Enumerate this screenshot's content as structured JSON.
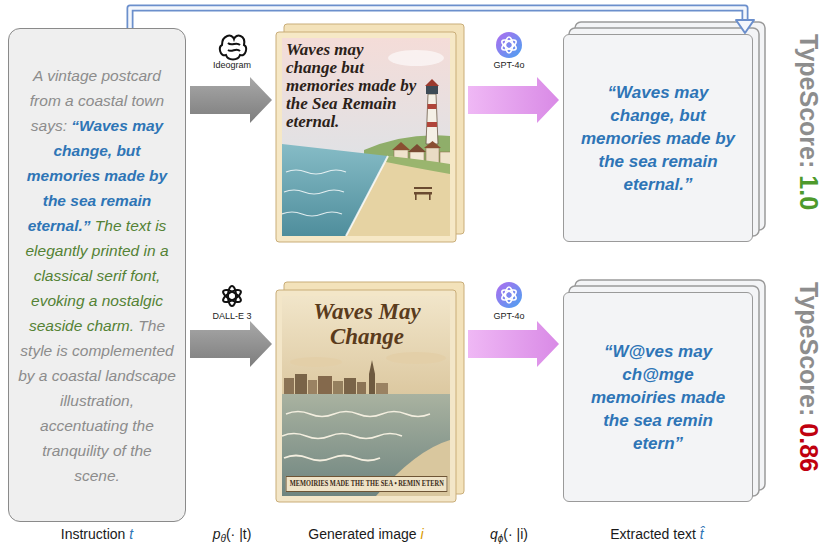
{
  "diagram": {
    "nodes": [
      {
        "text": [
          "A vintage postcard from a coastal town says:",
          "“Waves may change, but memories made by the sea remain eternal.”",
          "The text is elegantly printed in a classical serif font, evoking a nostalgic seaside charm.",
          "The style is complemented by a coastal landscape illustration, accentuating the tranquility of the scene."
        ]
      },
      {
        "text": [
          "Waves may change but memories made by the Sea Remain eternal."
        ]
      },
      {
        "text": [
          "Waves May Change",
          "MEMOIRIES MADE THE THE SEA • REMIN ETERN"
        ]
      },
      {
        "text": [
          "“Waves may change, but memories made by the sea remain eternal.”"
        ]
      },
      {
        "text": [
          "“W@ves may ch@mge memoiries made the sea remin etern”"
        ]
      }
    ],
    "edges": [
      {
        "from": 0,
        "to": 1,
        "arrow": "to",
        "label": "Ideogram"
      },
      {
        "from": 0,
        "to": 2,
        "arrow": "to",
        "label": "DALL-E 3"
      },
      {
        "from": 1,
        "to": 3,
        "arrow": "to",
        "label": "GPT-4o"
      },
      {
        "from": 2,
        "to": 4,
        "arrow": "to",
        "label": "GPT-4o"
      },
      {
        "from": 0,
        "to": 3,
        "arrow": "to"
      }
    ],
    "labels": [
      "TypeScore:",
      "1.0",
      "TypeScore:",
      "0.86",
      "Instruction",
      "t",
      "p",
      "θ",
      "(· |t)",
      "Generated image",
      "i",
      "q",
      "ϕ",
      "(· |i)",
      "Extracted text",
      "t̂"
    ]
  }
}
